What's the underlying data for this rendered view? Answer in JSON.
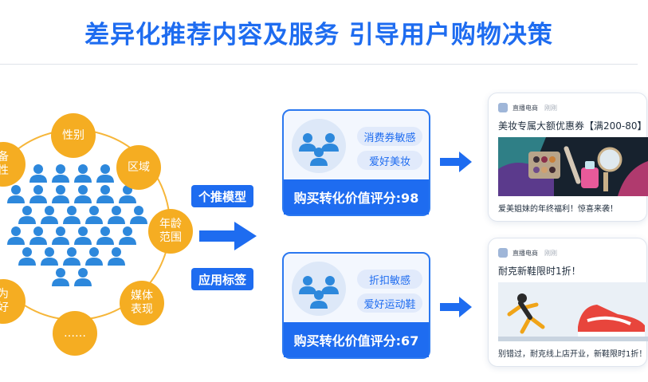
{
  "title": "差异化推荐内容及服务 引导用户购物决策",
  "attribute_tags": [
    {
      "id": "gender",
      "label": "性别"
    },
    {
      "id": "region",
      "label": "区域"
    },
    {
      "id": "age",
      "label": "年龄\n范围"
    },
    {
      "id": "media",
      "label": "媒体\n表现"
    },
    {
      "id": "more",
      "label": "……"
    },
    {
      "id": "behavior",
      "label": "为\n好"
    },
    {
      "id": "device",
      "label": "备\n性"
    }
  ],
  "buttons": {
    "model": "个推模型",
    "tags": "应用标签"
  },
  "cards": [
    {
      "chip1": "消费券敏感",
      "chip2": "爱好美妆",
      "score": "购买转化价值评分:98"
    },
    {
      "chip1": "折扣敏感",
      "chip2": "爱好运动鞋",
      "score": "购买转化价值评分:67"
    }
  ],
  "feeds": [
    {
      "source": "直播电商",
      "time": "刚刚",
      "headline": "美妆专属大额优惠券【满200-80】",
      "caption": "爱美姐妹的年终福利！惊喜来袭！",
      "image": "cosmetics-photo"
    },
    {
      "source": "直播电商",
      "time": "刚刚",
      "headline": "耐克新鞋限时1折！",
      "caption": "别错过，耐克线上店开业，新鞋限时1折！",
      "image": "sneaker-photo"
    }
  ],
  "colors": {
    "accent": "#1e6cf0",
    "tag": "#f5ad22",
    "people": "#2d88dc"
  }
}
